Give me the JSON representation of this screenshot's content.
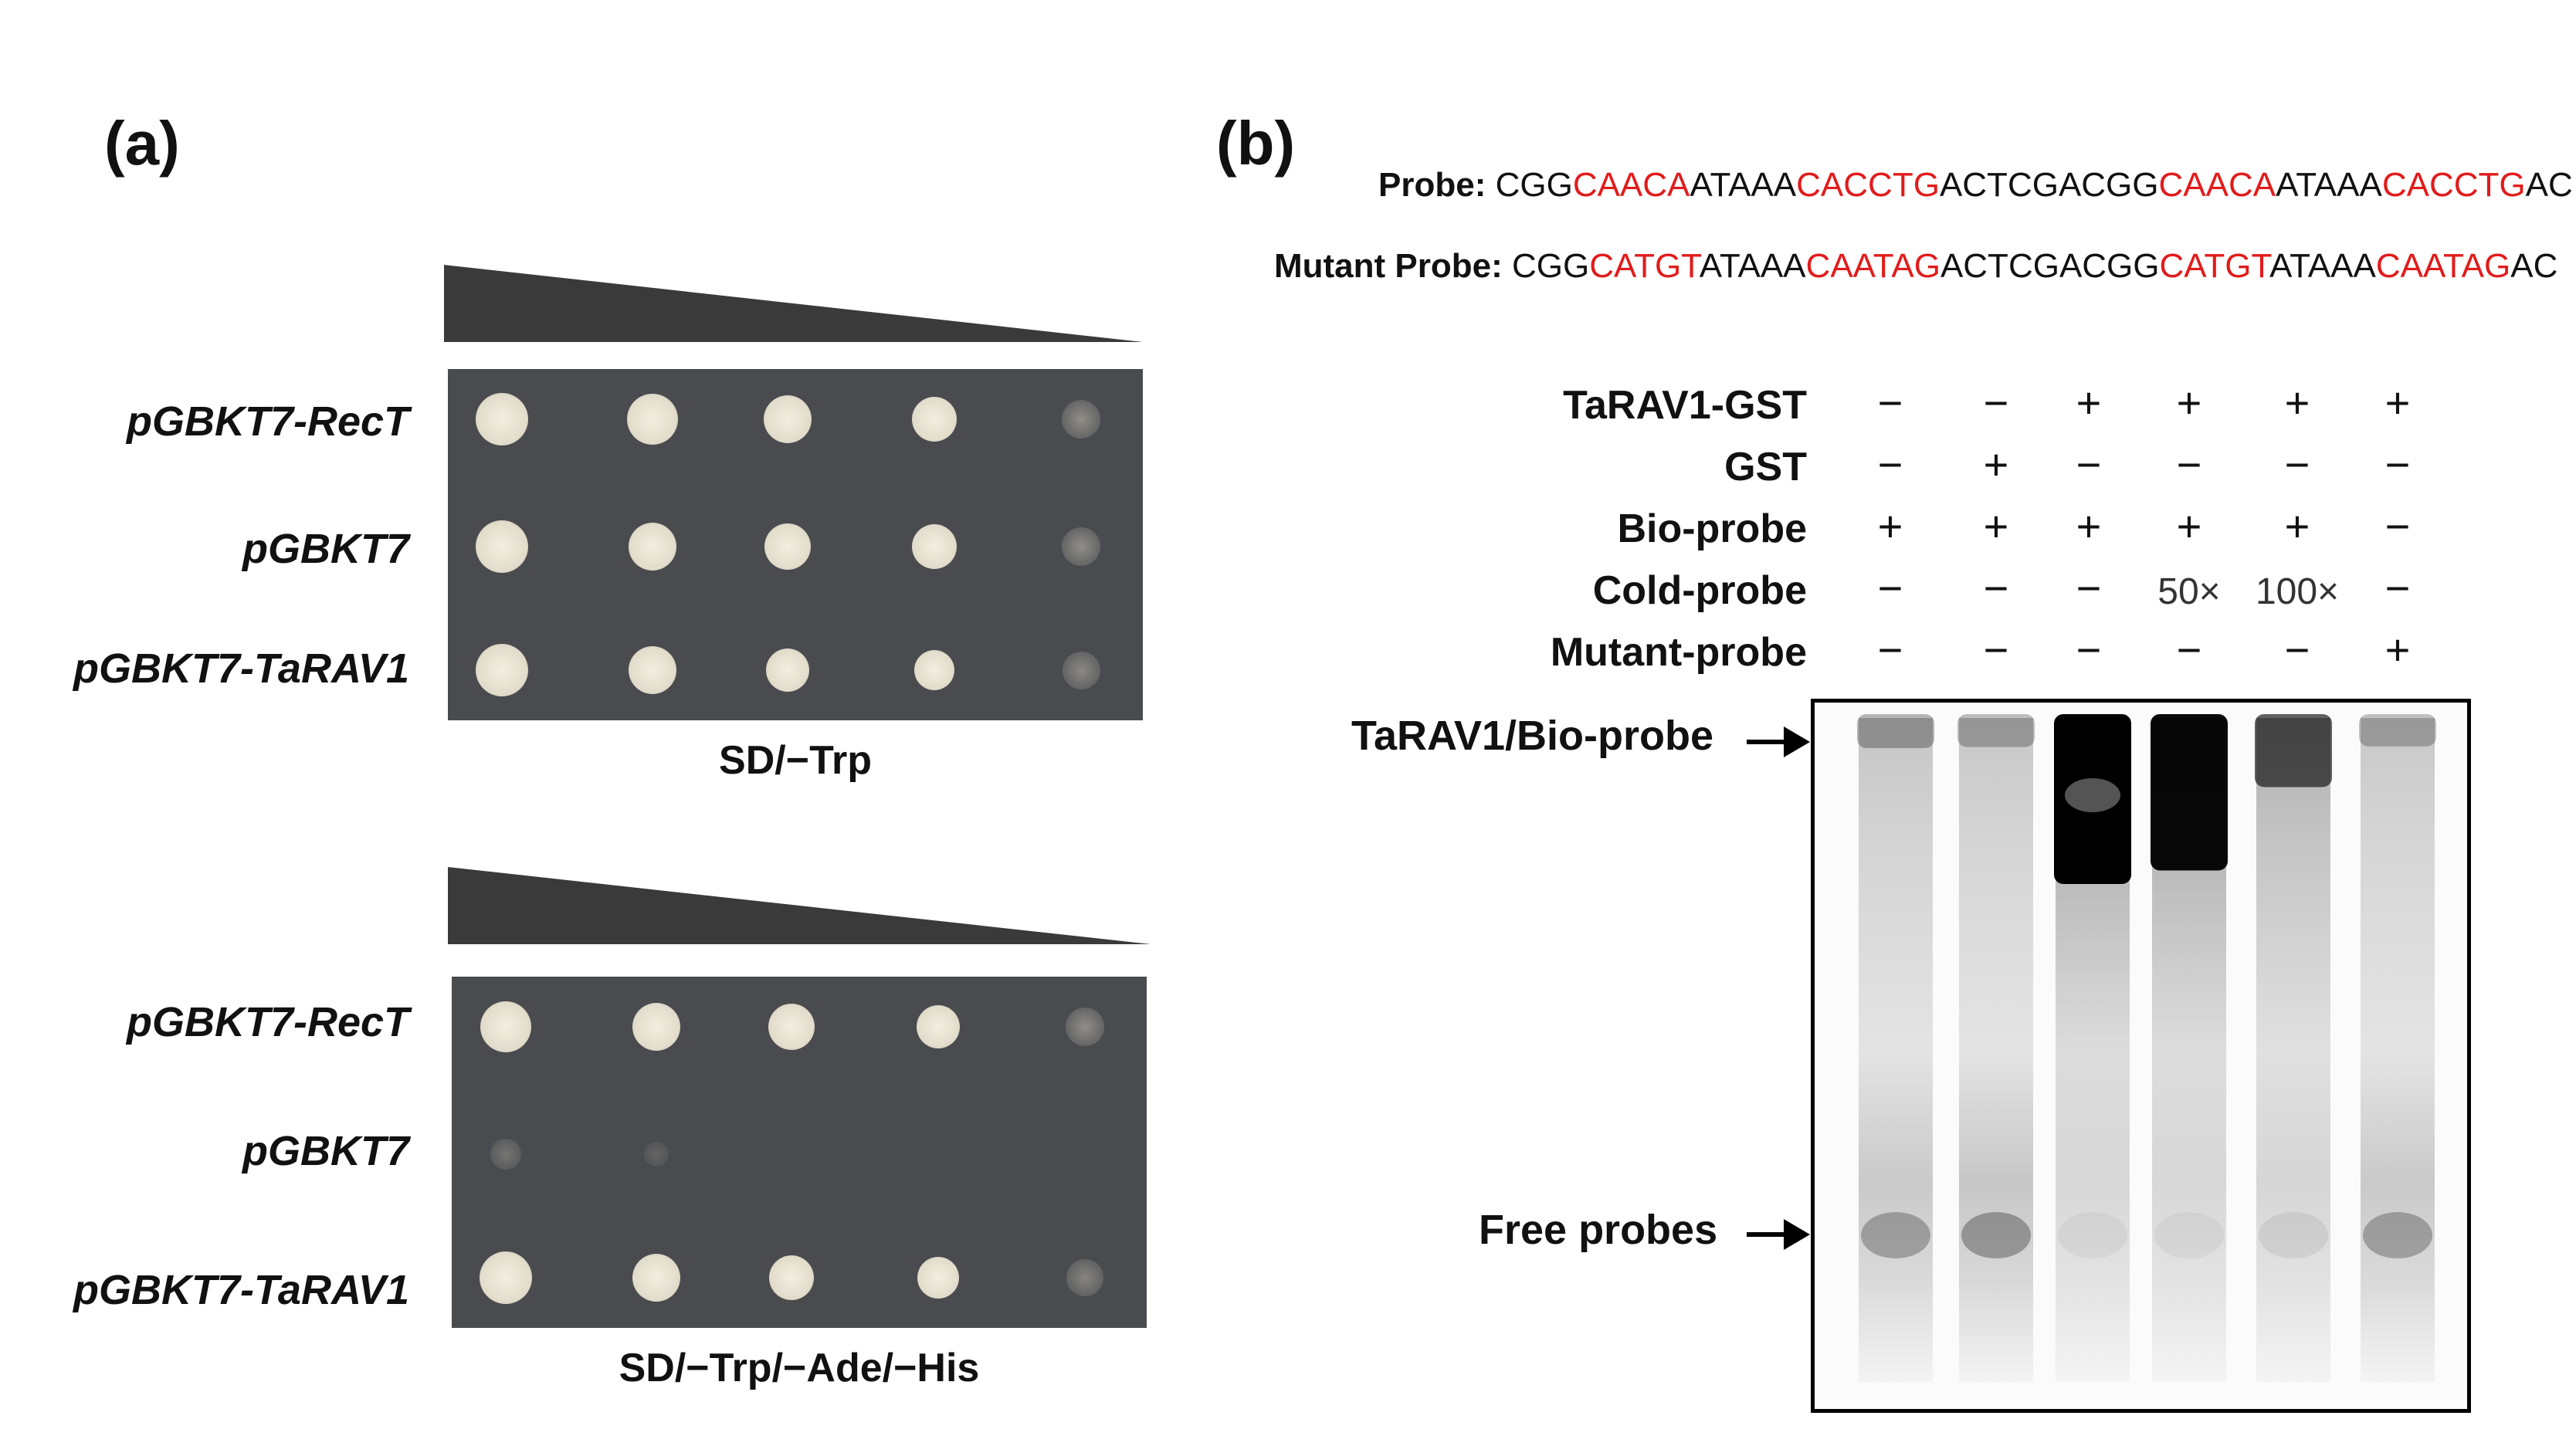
{
  "panel_a": {
    "letter": "(a)",
    "plates": [
      {
        "medium": "SD/−Trp",
        "strains": [
          "pGBKT7-RecT",
          "pGBKT7",
          "pGBKT7-TaRAV1"
        ],
        "growth": [
          [
            1.0,
            0.95,
            0.85,
            0.75,
            0.55
          ],
          [
            1.0,
            0.85,
            0.8,
            0.75,
            0.55
          ],
          [
            1.0,
            0.85,
            0.7,
            0.6,
            0.5
          ]
        ]
      },
      {
        "medium": "SD/−Trp/−Ade/−His",
        "strains": [
          "pGBKT7-RecT",
          "pGBKT7",
          "pGBKT7-TaRAV1"
        ],
        "growth": [
          [
            0.95,
            0.85,
            0.8,
            0.7,
            0.55
          ],
          [
            0.25,
            0.05,
            0,
            0,
            0
          ],
          [
            1.0,
            0.85,
            0.75,
            0.65,
            0.45
          ]
        ]
      }
    ]
  },
  "panel_b": {
    "letter": "(b)",
    "probe_label": "Probe: ",
    "probe_segments": [
      {
        "t": "CGG",
        "h": false
      },
      {
        "t": "CAACA",
        "h": true
      },
      {
        "t": "ATAAA",
        "h": false
      },
      {
        "t": "CACCTG",
        "h": true
      },
      {
        "t": "ACTCGACGG",
        "h": false
      },
      {
        "t": "CAACA",
        "h": true
      },
      {
        "t": "ATAAA",
        "h": false
      },
      {
        "t": "CACCTG",
        "h": true
      },
      {
        "t": "AC",
        "h": false
      }
    ],
    "mutant_label": "Mutant Probe: ",
    "mutant_segments": [
      {
        "t": "CGG",
        "h": false
      },
      {
        "t": "CATGT",
        "h": true
      },
      {
        "t": "ATAAA",
        "h": false
      },
      {
        "t": "CAATAG",
        "h": true
      },
      {
        "t": "ACTCGACGG",
        "h": false
      },
      {
        "t": "CATGT",
        "h": true
      },
      {
        "t": "ATAAA",
        "h": false
      },
      {
        "t": "CAATAG",
        "h": true
      },
      {
        "t": "AC",
        "h": false
      }
    ],
    "conditions": [
      {
        "label": "TaRAV1-GST",
        "values": [
          "−",
          "−",
          "+",
          "+",
          "+",
          "+"
        ]
      },
      {
        "label": "GST",
        "values": [
          "−",
          "+",
          "−",
          "−",
          "−",
          "−"
        ]
      },
      {
        "label": "Bio-probe",
        "values": [
          "+",
          "+",
          "+",
          "+",
          "+",
          "−"
        ]
      },
      {
        "label": "Cold-probe",
        "values": [
          "−",
          "−",
          "−",
          "50×",
          "100×",
          "−"
        ]
      },
      {
        "label": "Mutant-probe",
        "values": [
          "−",
          "−",
          "−",
          "−",
          "−",
          "+"
        ]
      }
    ],
    "band_labels": {
      "complex": "TaRAV1/Bio-probe",
      "free": "Free probes"
    },
    "complex_intensity": [
      0.15,
      0.12,
      1.0,
      0.95,
      0.55,
      0.1
    ],
    "free_intensity": [
      0.3,
      0.35,
      0.05,
      0.05,
      0.08,
      0.3
    ],
    "colors": {
      "highlight": "#e21b1b",
      "plate": "#4a4b4f",
      "colony": "#e9e4d6"
    }
  }
}
